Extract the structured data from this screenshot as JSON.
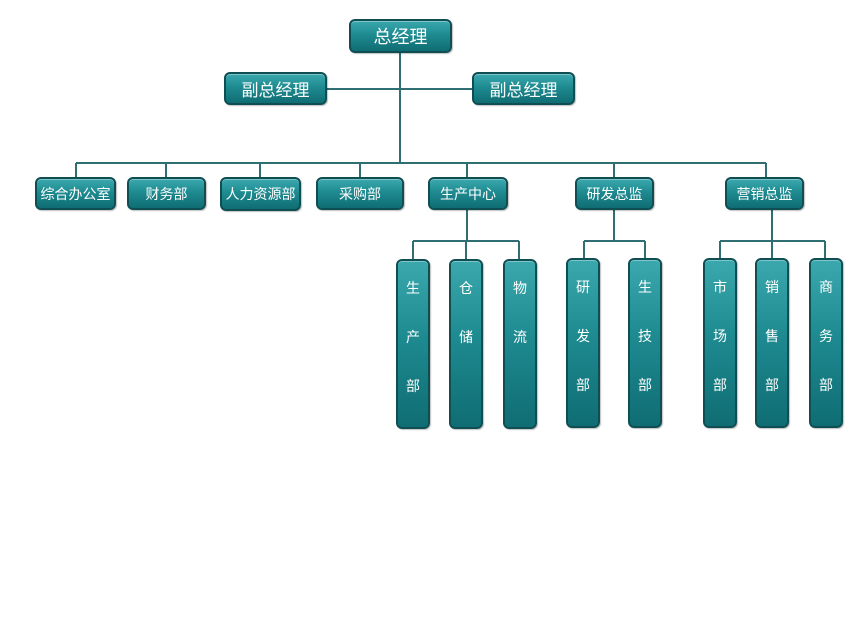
{
  "org": {
    "ceo": "总经理",
    "vice_left": "副总经理",
    "vice_right": "副总经理",
    "departments": {
      "general_office": "综合办公室",
      "finance": "财务部",
      "hr": "人力资源部",
      "purchasing": "采购部",
      "production_center": "生产中心",
      "rd_director": "研发总监",
      "marketing_director": "营销总监"
    },
    "sub_units": {
      "production": "生产部",
      "warehouse": "仓储",
      "logistics": "物流",
      "rd": "研发部",
      "production_tech": "生技部",
      "market": "市场部",
      "sales": "销售部",
      "business": "商务部"
    }
  },
  "colors": {
    "box_top": "#3aa8ad",
    "box_bottom": "#0f6d73",
    "border": "#0f4f54",
    "line": "#2f6f73"
  }
}
